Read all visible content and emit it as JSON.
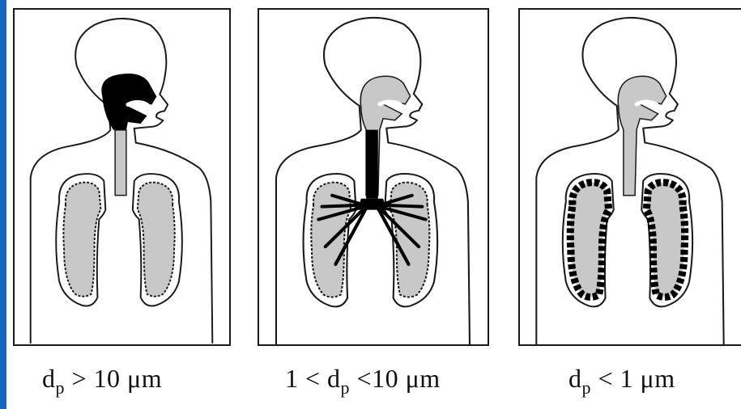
{
  "fills": {
    "outline": "#1a1a1a",
    "deposit": "#000000",
    "tissue": "#c8c8c8",
    "background": "#ffffff",
    "accent": "#1565c0"
  },
  "panels": [
    {
      "region": "head-airways",
      "caption": {
        "main": "d",
        "sub": "p",
        "rest": " > 10 μm"
      }
    },
    {
      "region": "trachea-bronchi",
      "caption": {
        "pre": "1 < ",
        "main": "d",
        "sub": "p",
        "rest": " <10 μm"
      }
    },
    {
      "region": "alveoli",
      "caption": {
        "main": "d",
        "sub": "p",
        "rest": " < 1 μm"
      }
    }
  ]
}
